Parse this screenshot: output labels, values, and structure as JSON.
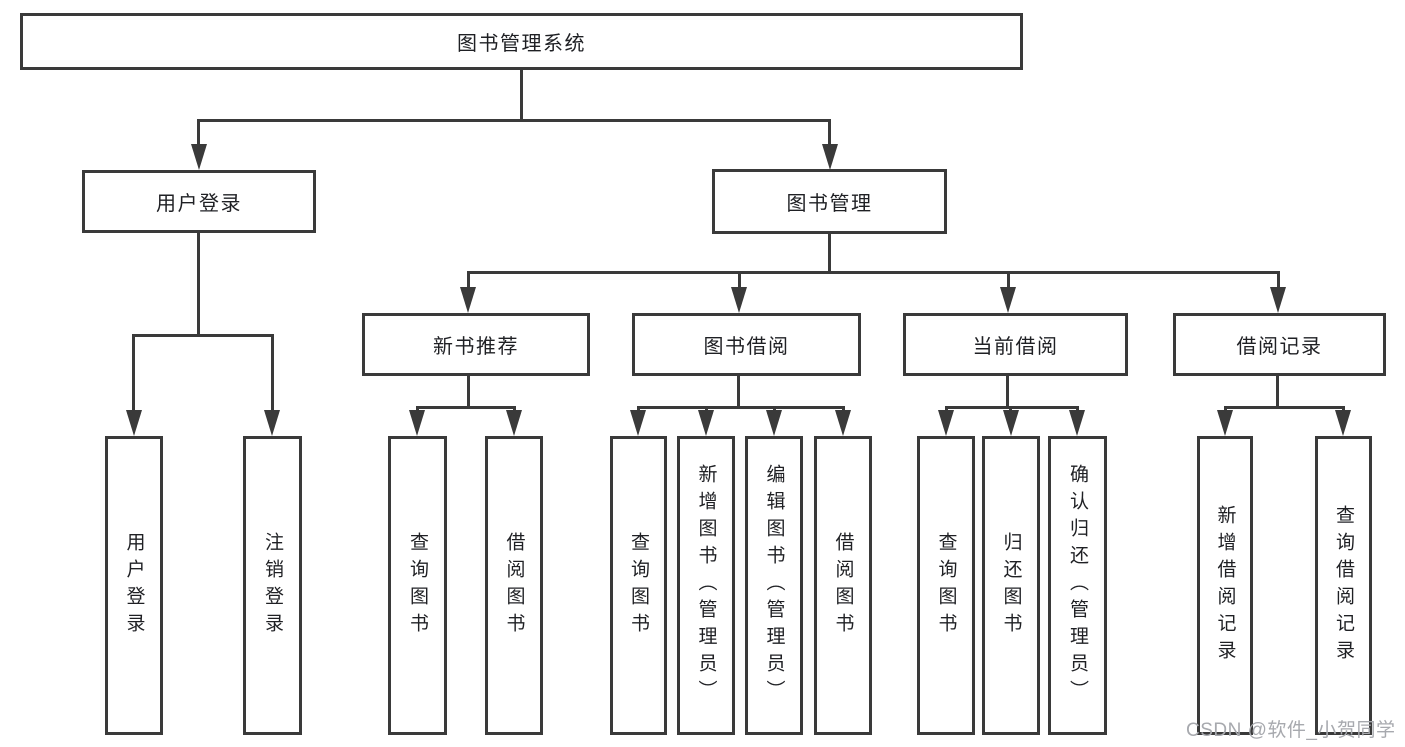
{
  "nodes": {
    "root": "图书管理系统",
    "level2": [
      "用户登录",
      "图书管理"
    ],
    "level3": [
      "新书推荐",
      "图书借阅",
      "当前借阅",
      "借阅记录"
    ],
    "leaves": [
      "用户登录",
      "注销登录",
      "查询图书",
      "借阅图书",
      "查询图书",
      "新增图书（管理员）",
      "编辑图书（管理员）",
      "借阅图书",
      "查询图书",
      "归还图书",
      "确认归还（管理员）",
      "新增借阅记录",
      "查询借阅记录"
    ]
  },
  "watermark": "CSDN @软件_小贺同学",
  "colors": {
    "line": "#3a3a3a",
    "box_fill": "#ffffff",
    "text": "#1f2024",
    "watermark": "#a7a9ae",
    "background": "#ffffff"
  }
}
